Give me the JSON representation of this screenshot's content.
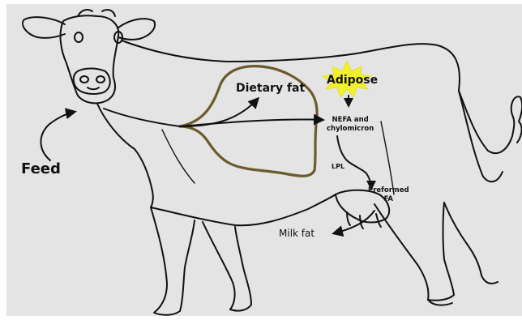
{
  "labels": {
    "feed": "Feed",
    "dietary_fat": "Dietary fat",
    "adipose": "Adipose",
    "nefa_line1": "NEFA and",
    "nefa_line2": "chylomicron",
    "lpl": "LPL",
    "preformed_line1": "Preformed",
    "preformed_line2": "FA",
    "milk_fat": "Milk fat"
  },
  "colors": {
    "background": "#e4e4e4",
    "outline": "#111111",
    "digestive_tract": "#6b5a2a",
    "adipose_burst": "#f2f22a"
  }
}
